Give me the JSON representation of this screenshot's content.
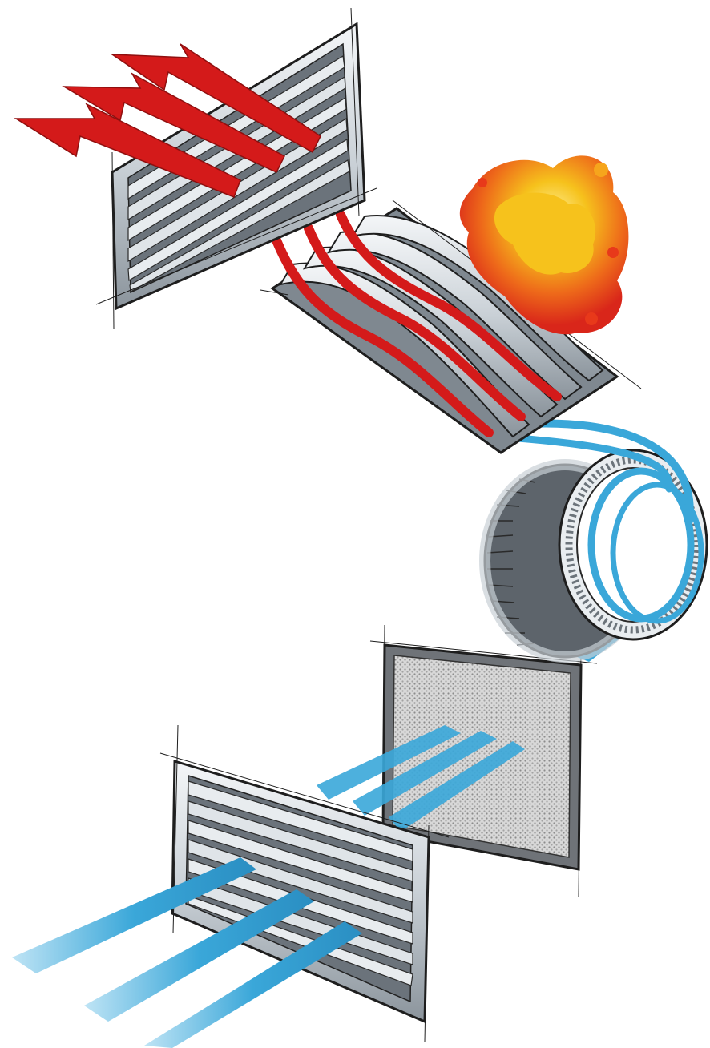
{
  "illustration": {
    "flow_stages": [
      {
        "name": "intake-grille",
        "airflow": "cool"
      },
      {
        "name": "filter-panel",
        "airflow": "cool"
      },
      {
        "name": "blower-fan",
        "airflow": "cool"
      },
      {
        "name": "heat-exchanger",
        "airflow": "heating"
      },
      {
        "name": "outlet-grille",
        "airflow": "hot"
      }
    ],
    "colors": {
      "cool_air": "#3aa7d9",
      "hot_air": "#d41a1a",
      "flame_outer": "#e8391a",
      "flame_inner": "#f6c21c",
      "metal_light": "#e4e8ec",
      "metal_dark": "#7d8690",
      "outline": "#1e1e1e",
      "filter_mesh": "#bcbcbc"
    },
    "icons": [
      "hot-air-arrow-icon",
      "flame-icon",
      "cool-air-stream-icon"
    ]
  }
}
